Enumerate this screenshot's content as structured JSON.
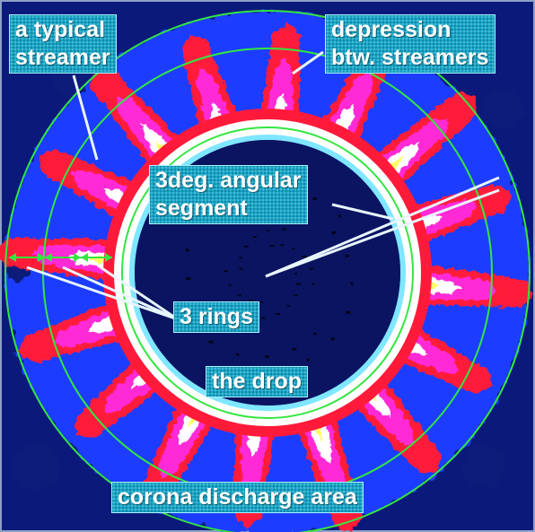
{
  "labels": {
    "typical_streamer": [
      "a typical",
      "streamer"
    ],
    "depression": [
      "depression",
      "btw. streamers"
    ],
    "angular_segment": [
      "3deg. angular",
      "segment"
    ],
    "rings": "3 rings",
    "drop": "the drop",
    "corona": "corona discharge area"
  },
  "colors": {
    "background": "#0b1a7a",
    "drop_interior": "#0a1460",
    "corona_blue": "#1f3cff",
    "streamer_red": "#ff1a3a",
    "streamer_magenta": "#ff2bd6",
    "streamer_white": "#ffffff",
    "streamer_yellow": "#ffff66",
    "ring_green": "#33e640",
    "pointer_line": "#e8f6ff",
    "label_fill": "#18a6c6"
  },
  "diagram": {
    "streamer_count": 16,
    "ring_count": 3,
    "segment_angle_deg": 3
  }
}
